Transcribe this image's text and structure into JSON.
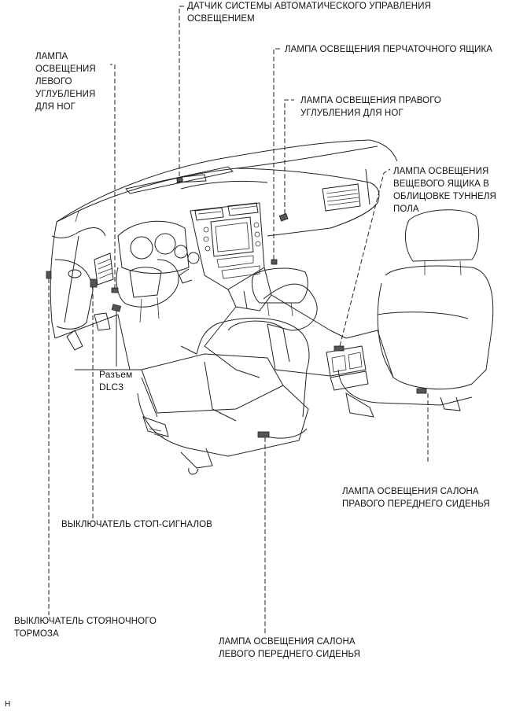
{
  "labels": {
    "auto_light_sensor": "ДАТЧИК СИСТЕМЫ АВТОМАТИЧЕСКОГО УПРАВЛЕНИЯ\nОСВЕЩЕНИЕМ",
    "left_footwell_lamp": "ЛАМПА\nОСВЕЩЕНИЯ\nЛЕВОГО\nУГЛУБЛЕНИЯ\nДЛЯ НОГ",
    "glove_box_lamp": "ЛАМПА ОСВЕЩЕНИЯ ПЕРЧАТОЧНОГО ЯЩИКА",
    "right_footwell_lamp": "ЛАМПА ОСВЕЩЕНИЯ ПРАВОГО\nУГЛУБЛЕНИЯ ДЛЯ НОГ",
    "console_box_lamp": "ЛАМПА ОСВЕЩЕНИЯ\nВЕЩЕВОГО ЯЩИКА В\nОБЛИЦОВКЕ ТУННЕЛЯ\nПОЛА",
    "dlc3_connector": "Разъем\nDLC3",
    "right_front_seat_lamp": "ЛАМПА ОСВЕЩЕНИЯ САЛОНА\nПРАВОГО ПЕРЕДНЕГО СИДЕНЬЯ",
    "stop_light_switch": "ВЫКЛЮЧАТЕЛЬ СТОП-СИГНАЛОВ",
    "parking_brake_switch": "ВЫКЛЮЧАТЕЛЬ СТОЯНОЧНОГО\nТОРМОЗА",
    "left_front_seat_lamp": "ЛАМПА ОСВЕЩЕНИЯ САЛОНА\nЛЕВОГО ПЕРЕДНЕГО СИДЕНЬЯ",
    "corner_mark": "H"
  }
}
